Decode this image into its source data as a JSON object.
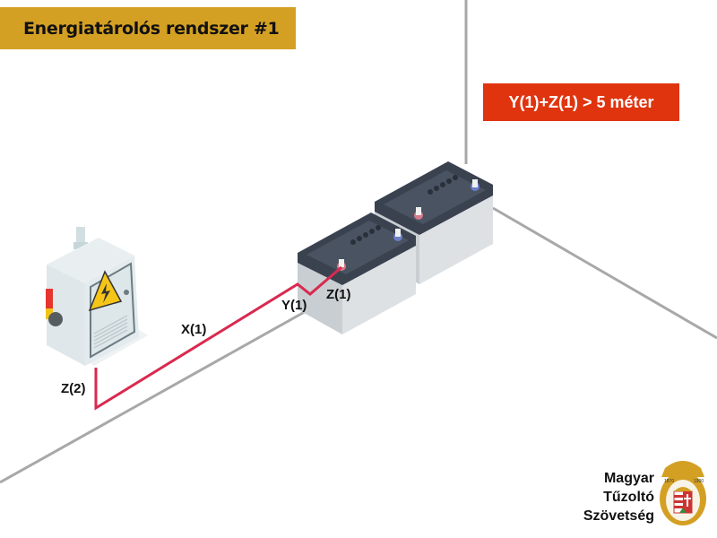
{
  "header": {
    "title": "Energiatárolós rendszer #1"
  },
  "rule": {
    "text": "Y(1)+Z(1) > 5 méter",
    "color": "#e0340f"
  },
  "diagram": {
    "labels": {
      "x1": "X(1)",
      "y1": "Y(1)",
      "z1": "Z(1)",
      "z2": "Z(2)"
    },
    "components": [
      "electrical-cabinet",
      "battery",
      "battery"
    ],
    "cable_color": "#d9294f",
    "wall_color": "#a8a8a8"
  },
  "logo": {
    "lines": [
      "Magyar",
      "Tűzoltó",
      "Szövetség"
    ],
    "years_left": "1870",
    "years_right": "1900"
  },
  "colors": {
    "title_bg": "#d4a024"
  }
}
